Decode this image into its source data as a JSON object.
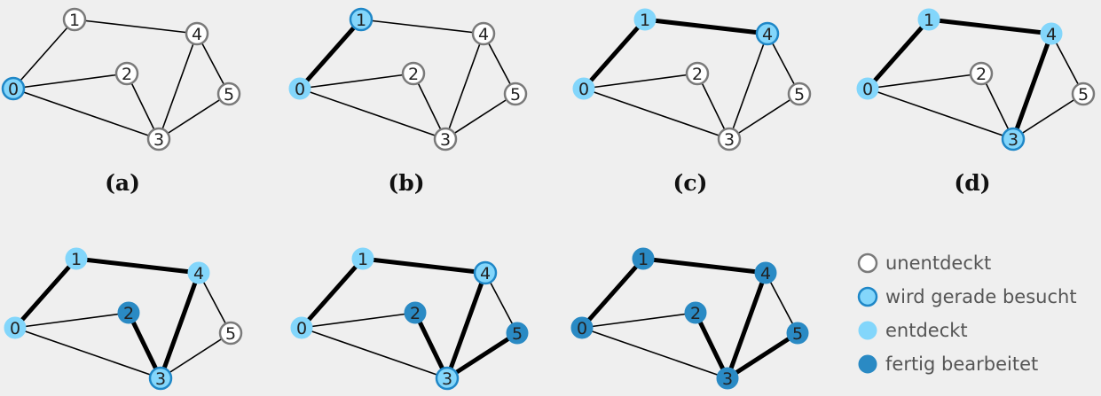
{
  "colors": {
    "undiscovered_fill": "#ffffff",
    "undiscovered_stroke": "#7a7a7a",
    "visiting_fill": "#83d6fb",
    "visiting_stroke": "#1f87c7",
    "discovered_fill": "#83d6fb",
    "done_fill": "#2a8ac4",
    "edge": "#000000",
    "background": "#efefef"
  },
  "graph": {
    "nodes": [
      "0",
      "1",
      "2",
      "3",
      "4",
      "5"
    ],
    "edges": [
      [
        "0",
        "1"
      ],
      [
        "0",
        "2"
      ],
      [
        "0",
        "3"
      ],
      [
        "1",
        "4"
      ],
      [
        "2",
        "3"
      ],
      [
        "3",
        "4"
      ],
      [
        "3",
        "5"
      ],
      [
        "4",
        "5"
      ]
    ]
  },
  "panels": [
    {
      "caption": "(a)",
      "states": {
        "0": "visiting",
        "1": "undiscovered",
        "2": "undiscovered",
        "3": "undiscovered",
        "4": "undiscovered",
        "5": "undiscovered"
      },
      "tree_edges": []
    },
    {
      "caption": "(b)",
      "states": {
        "0": "discovered",
        "1": "visiting",
        "2": "undiscovered",
        "3": "undiscovered",
        "4": "undiscovered",
        "5": "undiscovered"
      },
      "tree_edges": [
        [
          "0",
          "1"
        ]
      ]
    },
    {
      "caption": "(c)",
      "states": {
        "0": "discovered",
        "1": "discovered",
        "2": "undiscovered",
        "3": "undiscovered",
        "4": "visiting",
        "5": "undiscovered"
      },
      "tree_edges": [
        [
          "0",
          "1"
        ],
        [
          "1",
          "4"
        ]
      ]
    },
    {
      "caption": "(d)",
      "states": {
        "0": "discovered",
        "1": "discovered",
        "2": "undiscovered",
        "3": "visiting",
        "4": "discovered",
        "5": "undiscovered"
      },
      "tree_edges": [
        [
          "0",
          "1"
        ],
        [
          "1",
          "4"
        ],
        [
          "3",
          "4"
        ]
      ]
    },
    {
      "caption": "",
      "states": {
        "0": "discovered",
        "1": "discovered",
        "2": "done",
        "3": "visiting",
        "4": "discovered",
        "5": "undiscovered"
      },
      "tree_edges": [
        [
          "0",
          "1"
        ],
        [
          "1",
          "4"
        ],
        [
          "3",
          "4"
        ],
        [
          "2",
          "3"
        ]
      ]
    },
    {
      "caption": "",
      "states": {
        "0": "discovered",
        "1": "discovered",
        "2": "done",
        "3": "visiting",
        "4": "visiting",
        "5": "done"
      },
      "tree_edges": [
        [
          "0",
          "1"
        ],
        [
          "1",
          "4"
        ],
        [
          "3",
          "4"
        ],
        [
          "2",
          "3"
        ],
        [
          "3",
          "5"
        ]
      ]
    },
    {
      "caption": "",
      "states": {
        "0": "done",
        "1": "done",
        "2": "done",
        "3": "done",
        "4": "done",
        "5": "done"
      },
      "tree_edges": [
        [
          "0",
          "1"
        ],
        [
          "1",
          "4"
        ],
        [
          "3",
          "4"
        ],
        [
          "2",
          "3"
        ],
        [
          "3",
          "5"
        ]
      ]
    }
  ],
  "legend": [
    {
      "state": "undiscovered",
      "label": "unentdeckt"
    },
    {
      "state": "visiting",
      "label": "wird gerade besucht"
    },
    {
      "state": "discovered",
      "label": "entdeckt"
    },
    {
      "state": "done",
      "label": "fertig bearbeitet"
    }
  ]
}
